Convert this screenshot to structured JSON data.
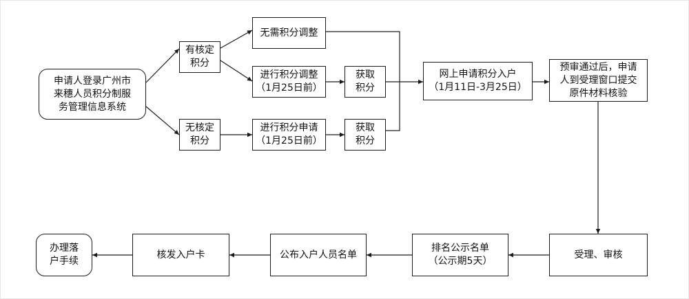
{
  "diagram": {
    "nodes": {
      "login": "申请人登录广州市\n来穗人员积分制服\n务管理信息系统",
      "has_verified": "有核定\n积分",
      "no_verified": "无核定\n积分",
      "no_adjust": "无需积分调整",
      "do_adjust": "进行积分调整\n（1月25日前）",
      "do_apply": "进行积分申请\n（1月25日前）",
      "get_points_1": "获取\n积分",
      "get_points_2": "获取\n积分",
      "online_apply": "网上申请积分入户\n（1月11日-3月25日）",
      "pre_review": "预审通过后，申请\n人到受理窗口提交\n原件材料核验",
      "accept_review": "受理、审核",
      "ranking": "排名公示名单\n（公示期5天）",
      "publish": "公布入户人员名单",
      "issue_card": "核发入户卡",
      "settle": "办理落\n户手续"
    }
  }
}
